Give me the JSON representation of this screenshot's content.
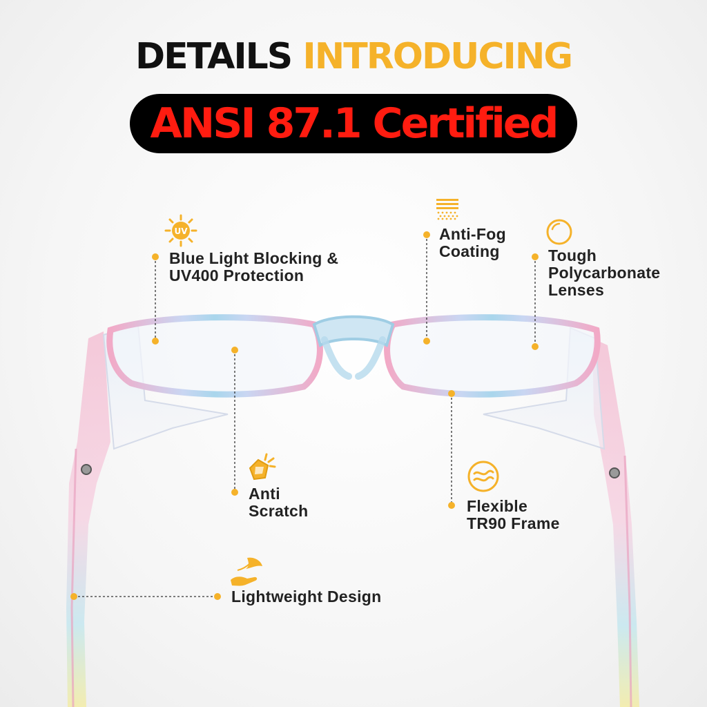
{
  "header": {
    "word1": "DETAILS",
    "word2": "INTRODUCING",
    "certification": "ANSI 87.1 Certified"
  },
  "features": [
    {
      "id": "blue-light",
      "lines": [
        "Blue Light Blocking &",
        "UV400 Protection"
      ],
      "icon": "uv-sun-icon"
    },
    {
      "id": "anti-fog",
      "lines": [
        "Anti-Fog",
        "Coating"
      ],
      "icon": "fog-layers-icon"
    },
    {
      "id": "tough-lens",
      "lines": [
        "Tough",
        "Polycarbonate",
        "Lenses"
      ],
      "icon": "lens-circle-icon"
    },
    {
      "id": "anti-scratch",
      "lines": [
        "Anti",
        "Scratch"
      ],
      "icon": "scratch-shield-icon"
    },
    {
      "id": "flexible-frame",
      "lines": [
        "Flexible",
        "TR90 Frame"
      ],
      "icon": "flexible-wave-icon"
    },
    {
      "id": "lightweight",
      "lines": [
        "Lightweight Design"
      ],
      "icon": "feather-hand-icon"
    }
  ],
  "icon_text": {
    "uv": "UV"
  },
  "colors": {
    "accent": "#f5b22a",
    "headline_red": "#ff1c10",
    "text": "#222222",
    "pill": "#000000"
  }
}
